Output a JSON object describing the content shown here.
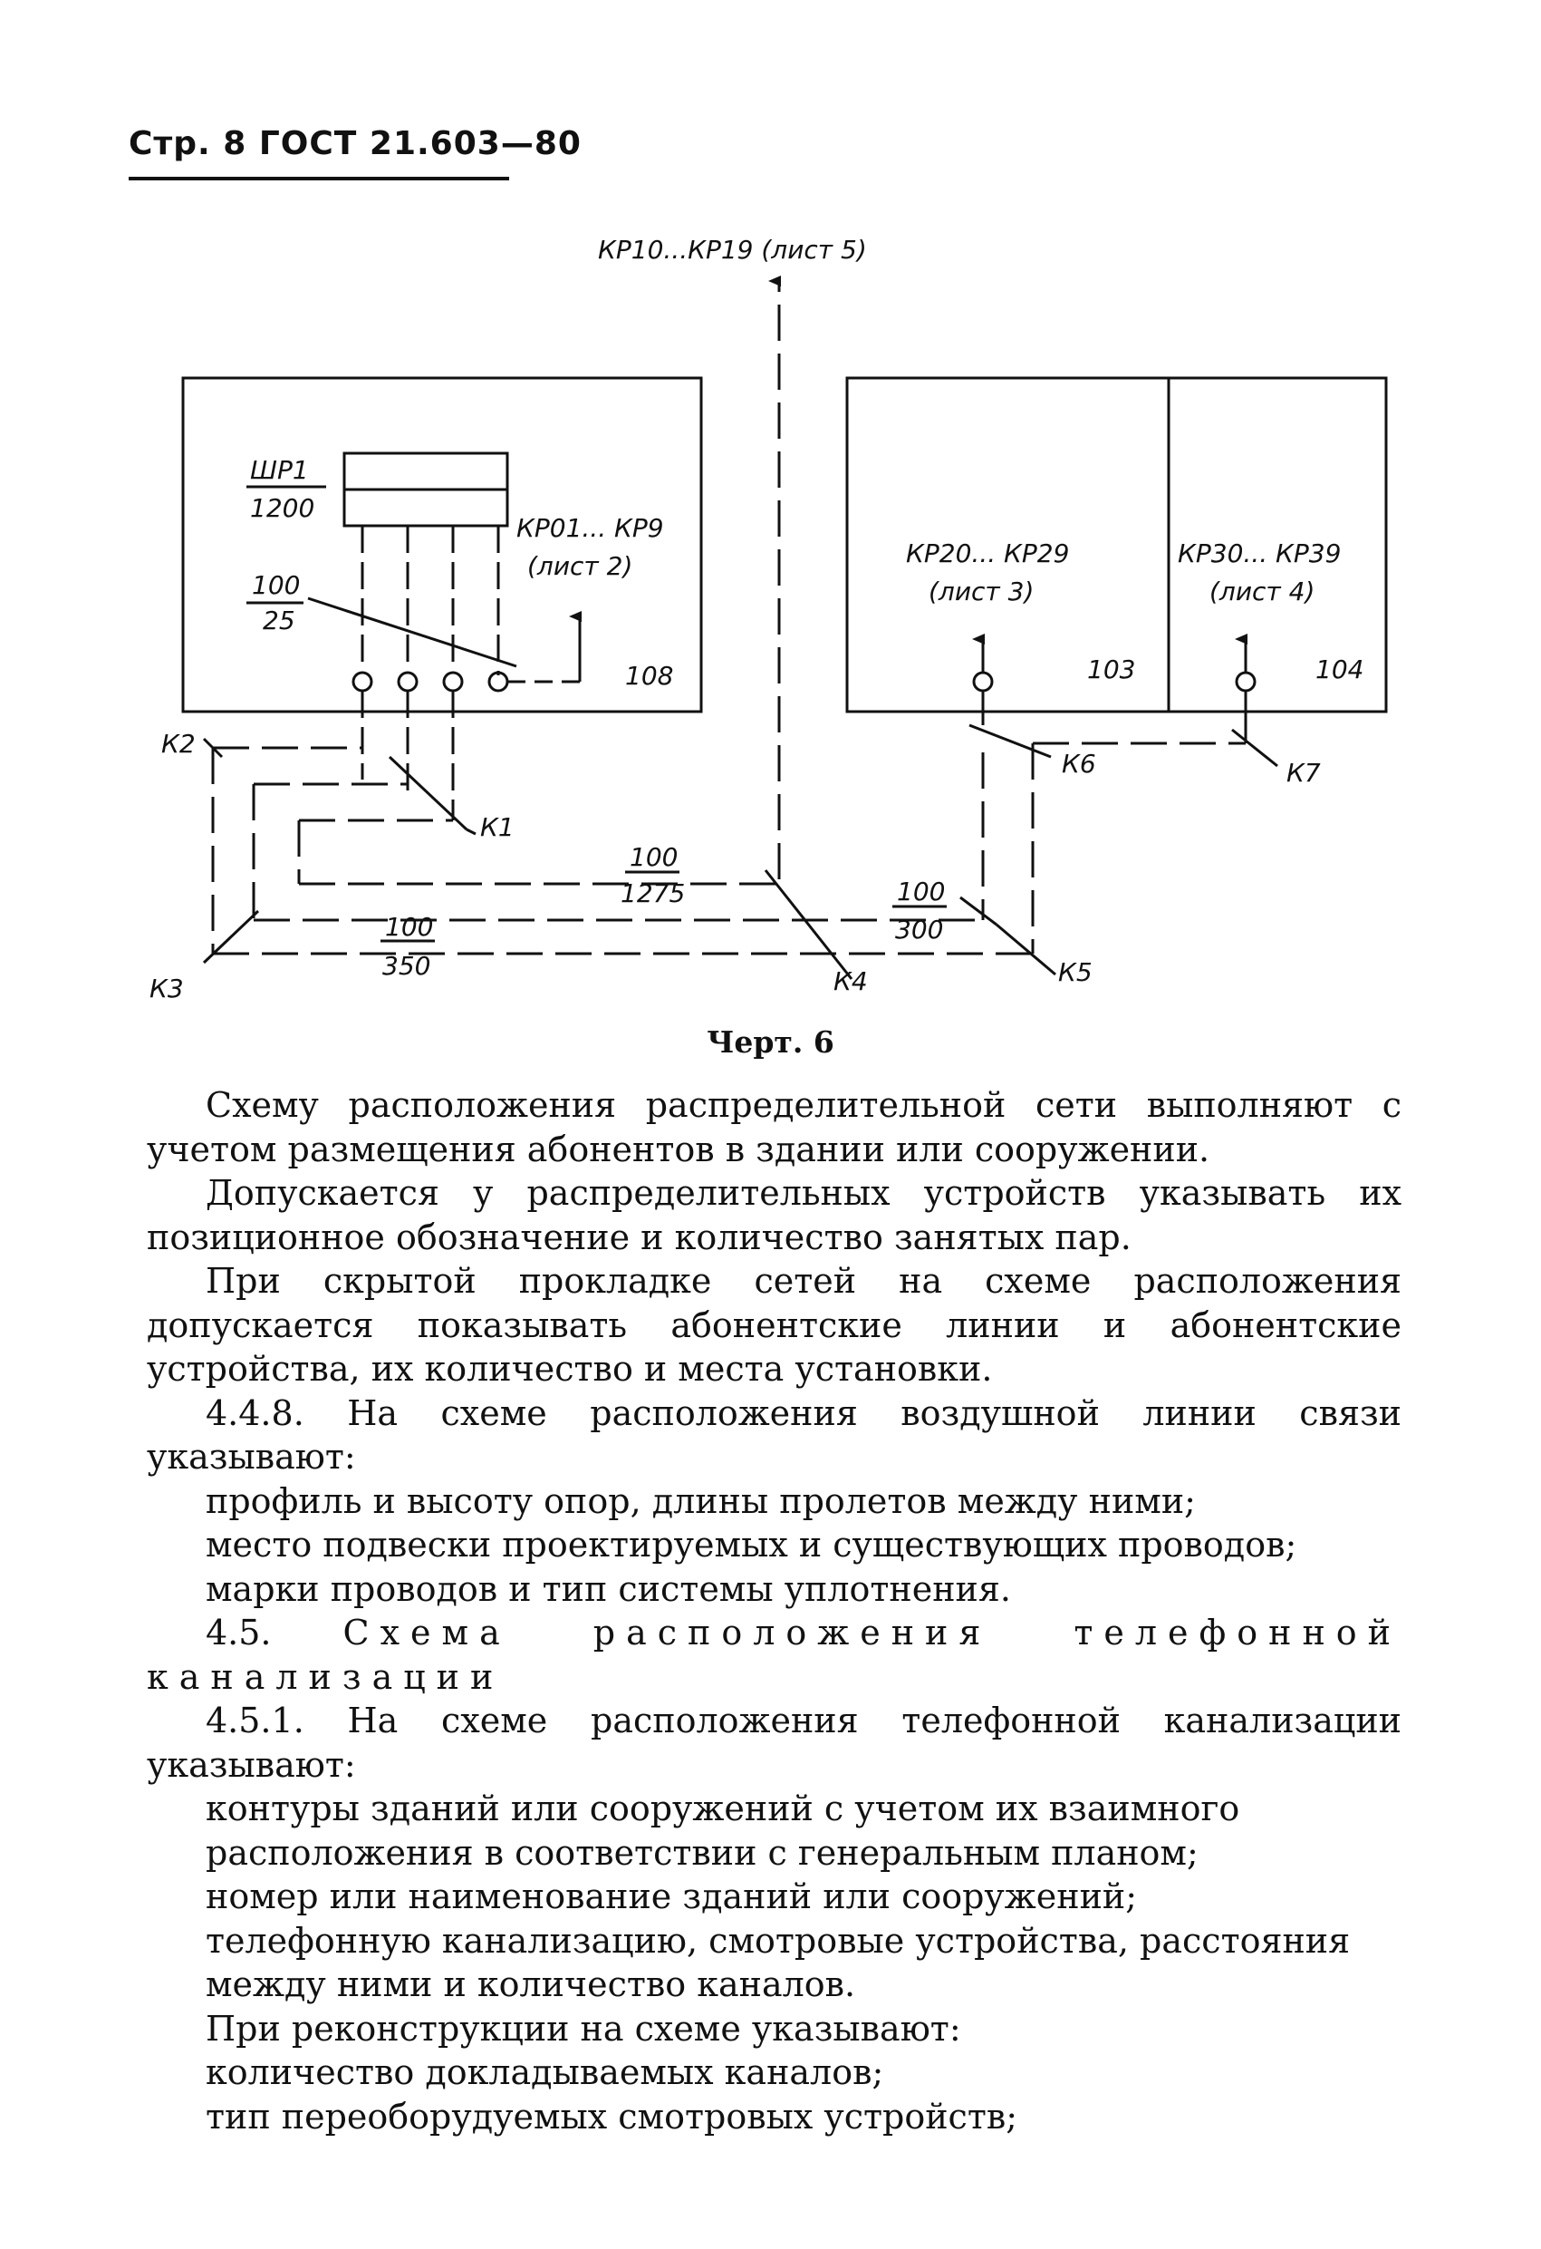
{
  "header": {
    "text": "Стр. 8 ГОСТ 21.603—80"
  },
  "figure": {
    "labels": {
      "top_cables": "КР10...КР19 (лист 5)",
      "box1": "ШР1",
      "box1_den": "1200",
      "kr01": "КР01... КР9",
      "list2": "(лист 2)",
      "num100a": "100",
      "num25": "25",
      "bld108": "108",
      "kr20": "КР20... КР29",
      "list3": "(лист 3)",
      "kr30": "КР30... КР39",
      "list4": "(лист 4)",
      "bld103": "103",
      "bld104": "104",
      "k1": "К1",
      "k2": "К2",
      "k3": "К3",
      "k4": "К4",
      "k5": "К5",
      "k6": "К6",
      "k7": "К7",
      "num100b": "100",
      "num1275": "1275",
      "num100c": "100",
      "num300": "300",
      "num100d": "100",
      "num350": "350"
    },
    "caption": "Черт. 6"
  },
  "body": {
    "p1": "Схему расположения распределительной сети выполняют с учетом размещения абонентов в здании или сооружении.",
    "p2": "Допускается у распределительных устройств указывать их позиционное обозначение и количество занятых пар.",
    "p3": "При скрытой прокладке сетей на схеме расположения допускается показывать абонентские линии и абонентские устройства, их количество и места установки.",
    "p4": "4.4.8. На схеме расположения воздушной линии связи указывают:",
    "l1": "профиль и высоту опор, длины пролетов между ними;",
    "l2": "место подвески проектируемых и существующих проводов;",
    "l3": "марки проводов и тип системы уплотнения.",
    "s45_num": "4.5.",
    "s45_title": "Схема расположения телефонной канализации",
    "p5": "4.5.1. На схеме расположения телефонной канализации указывают:",
    "l4": "контуры зданий или сооружений с учетом их взаимного расположения в соответствии с генеральным планом;",
    "l5": "номер или наименование зданий или сооружений;",
    "l6": "телефонную канализацию, смотровые устройства, расстояния между ними и количество каналов.",
    "p6": "При реконструкции на схеме указывают:",
    "l7": "количество докладываемых каналов;",
    "l8": "тип переоборудуемых смотровых устройств;"
  }
}
